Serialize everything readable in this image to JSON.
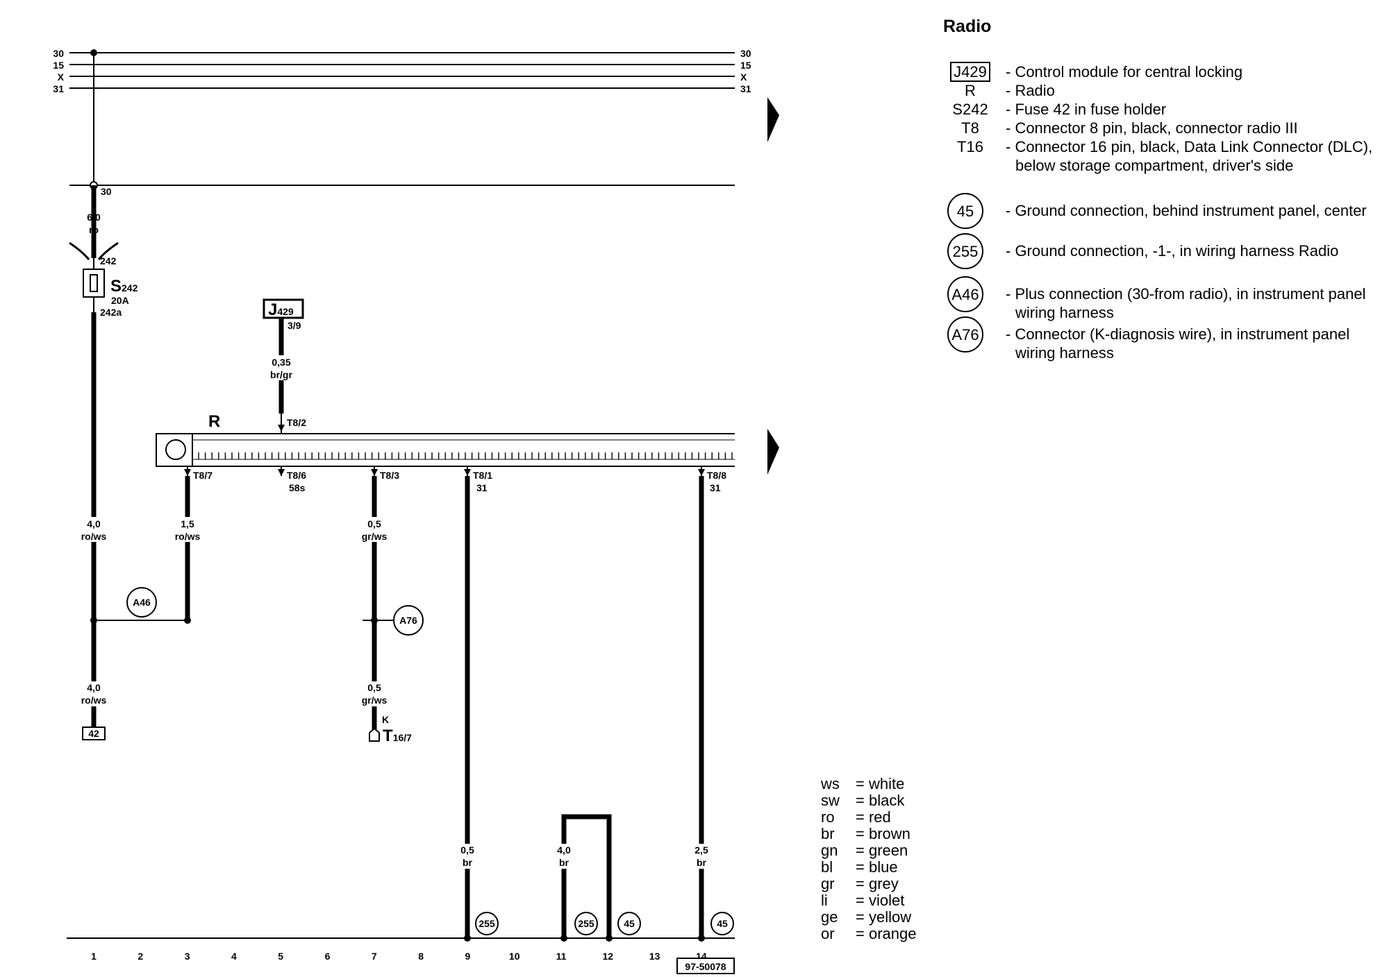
{
  "title": "Radio",
  "bus_labels": [
    "30",
    "15",
    "X",
    "31"
  ],
  "legend": [
    {
      "code": "J429",
      "boxed": true,
      "desc": "- Control module for central locking"
    },
    {
      "code": "R",
      "boxed": false,
      "desc": "- Radio"
    },
    {
      "code": "S242",
      "boxed": false,
      "desc": "- Fuse 42 in fuse holder"
    },
    {
      "code": "T8",
      "boxed": false,
      "desc": "- Connector 8 pin, black, connector radio III"
    },
    {
      "code": "T16",
      "boxed": false,
      "desc": "- Connector 16 pin, black, Data Link Connector (DLC), below storage compartment, driver's side"
    }
  ],
  "grounds": [
    {
      "code": "45",
      "desc": "- Ground connection, behind instrument panel, center"
    },
    {
      "code": "255",
      "desc": "- Ground connection, -1-, in wiring harness Radio"
    },
    {
      "code": "A46",
      "desc": "- Plus connection (30-from radio), in instrument panel wiring harness"
    },
    {
      "code": "A76",
      "desc": "- Connector (K-diagnosis wire), in instrument panel wiring harness"
    }
  ],
  "colors": [
    {
      "abbr": "ws",
      "name": "= white"
    },
    {
      "abbr": "sw",
      "name": "= black"
    },
    {
      "abbr": "ro",
      "name": "= red"
    },
    {
      "abbr": "br",
      "name": "= brown"
    },
    {
      "abbr": "gn",
      "name": "= green"
    },
    {
      "abbr": "bl",
      "name": "= blue"
    },
    {
      "abbr": "gr",
      "name": "= grey"
    },
    {
      "abbr": "li",
      "name": "= violet"
    },
    {
      "abbr": "ge",
      "name": "= yellow"
    },
    {
      "abbr": "or",
      "name": "= orange"
    }
  ],
  "diagram": {
    "terminal_30": "30",
    "wire_fuse_in": {
      "size": "6,0",
      "color": "ro"
    },
    "fuse_in_pin": "242",
    "fuse_out_pin": "242a",
    "fuse_letter": "S",
    "fuse_sub": "242",
    "fuse_rating": "20A",
    "j429_letter": "J",
    "j429_sub": "429",
    "j429_pin": "3/9",
    "wire_j429": {
      "size": "0,35",
      "color": "br/gr"
    },
    "radio_label": "R",
    "pins": {
      "t82": "T8/2",
      "t87": "T8/7",
      "t86": "T8/6",
      "t86_extra": "58s",
      "t83": "T8/3",
      "t81": "T8/1",
      "t81_extra": "31",
      "t88": "T8/8",
      "t88_extra": "31"
    },
    "wire_main_upper": {
      "size": "4,0",
      "color": "ro/ws"
    },
    "wire_main_lower": {
      "size": "4,0",
      "color": "ro/ws"
    },
    "wire_t87": {
      "size": "1,5",
      "color": "ro/ws"
    },
    "wire_t83_upper": {
      "size": "0,5",
      "color": "gr/ws"
    },
    "wire_t83_lower": {
      "size": "0,5",
      "color": "gr/ws"
    },
    "wire_t81": {
      "size": "0,5",
      "color": "br"
    },
    "wire_loop": {
      "size": "4,0",
      "color": "br"
    },
    "wire_t88": {
      "size": "2,5",
      "color": "br"
    },
    "ref_42": "42",
    "k_label": "K",
    "t16_letter": "T",
    "t16_sub": "16/7",
    "ground_labels": {
      "a46": "A46",
      "a76": "A76",
      "g255a": "255",
      "g255b": "255",
      "g45a": "45",
      "g45b": "45"
    },
    "tracks": [
      "1",
      "2",
      "3",
      "4",
      "5",
      "6",
      "7",
      "8",
      "9",
      "10",
      "11",
      "12",
      "13",
      "14"
    ],
    "doc_number": "97-50078"
  }
}
